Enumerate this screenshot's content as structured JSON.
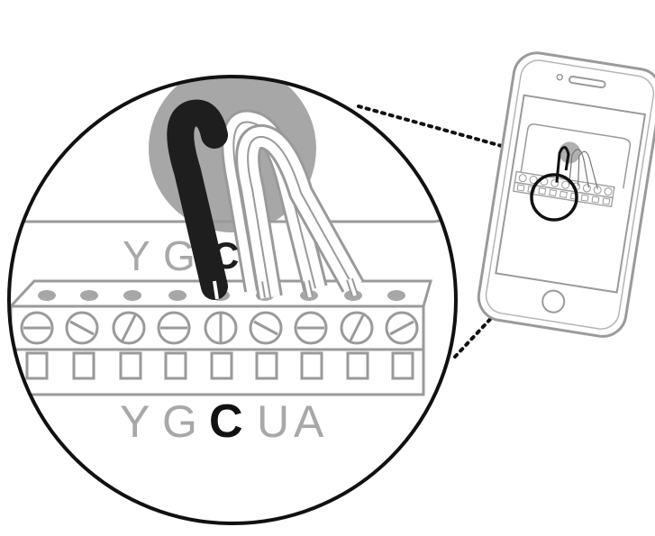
{
  "diagram": {
    "wire_label": "C",
    "terminal_row_upper": [
      "Y",
      "G"
    ],
    "terminal_row_lower": [
      "Y",
      "G",
      "C",
      "U",
      "A"
    ],
    "highlighted_terminal": "C",
    "colors": {
      "line": "#9a9a9a",
      "outline": "#111111",
      "black_wire": "#1e1e1e",
      "white_wire": "#ffffff",
      "backplate_circle": "#a7a7a7",
      "label_gray": "#a8a8a8",
      "label_highlight": "#111111"
    },
    "icons": [
      "magnifier-circle",
      "smartphone-icon",
      "terminal-block",
      "wire-connector"
    ]
  }
}
